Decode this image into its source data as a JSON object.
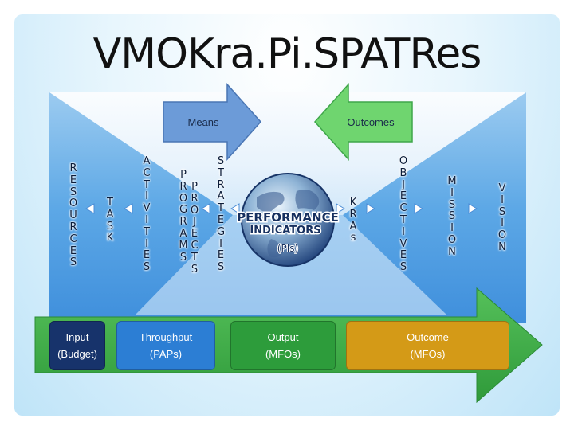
{
  "title": "VMOKra.Pi.SPATRes",
  "arrows": {
    "means": "Means",
    "outcomes": "Outcomes"
  },
  "vertical_words": {
    "resources": "RESOURCES",
    "task": "TASK",
    "activities": "ACTIVITIES",
    "programs": "PROGRAMS",
    "projects": "PROJECTS",
    "strategies": "STRATEGIES",
    "kras": "KRAs",
    "objectives": "OBJECTIVES",
    "mission": "MISSION",
    "vision": "VISION"
  },
  "globe": {
    "line1": "PERFORMANCE",
    "line2": "INDICATORS",
    "line3": "(PIs)"
  },
  "flow_boxes": [
    {
      "line1": "Input",
      "line2": "(Budget)",
      "color": "#17336b"
    },
    {
      "line1": "Throughput",
      "line2": "(PAPs)",
      "color": "#2c7ed4"
    },
    {
      "line1": "Output",
      "line2": "(MFOs)",
      "color": "#2d9c3b"
    },
    {
      "line1": "Outcome",
      "line2": "(MFOs)",
      "color": "#d49a17"
    }
  ],
  "colors": {
    "panel_blue": "#5aa6e6",
    "flow_arrow": "#39a845",
    "means_arrow": "#6c9bd8",
    "outcomes_arrow": "#6fd56f"
  }
}
